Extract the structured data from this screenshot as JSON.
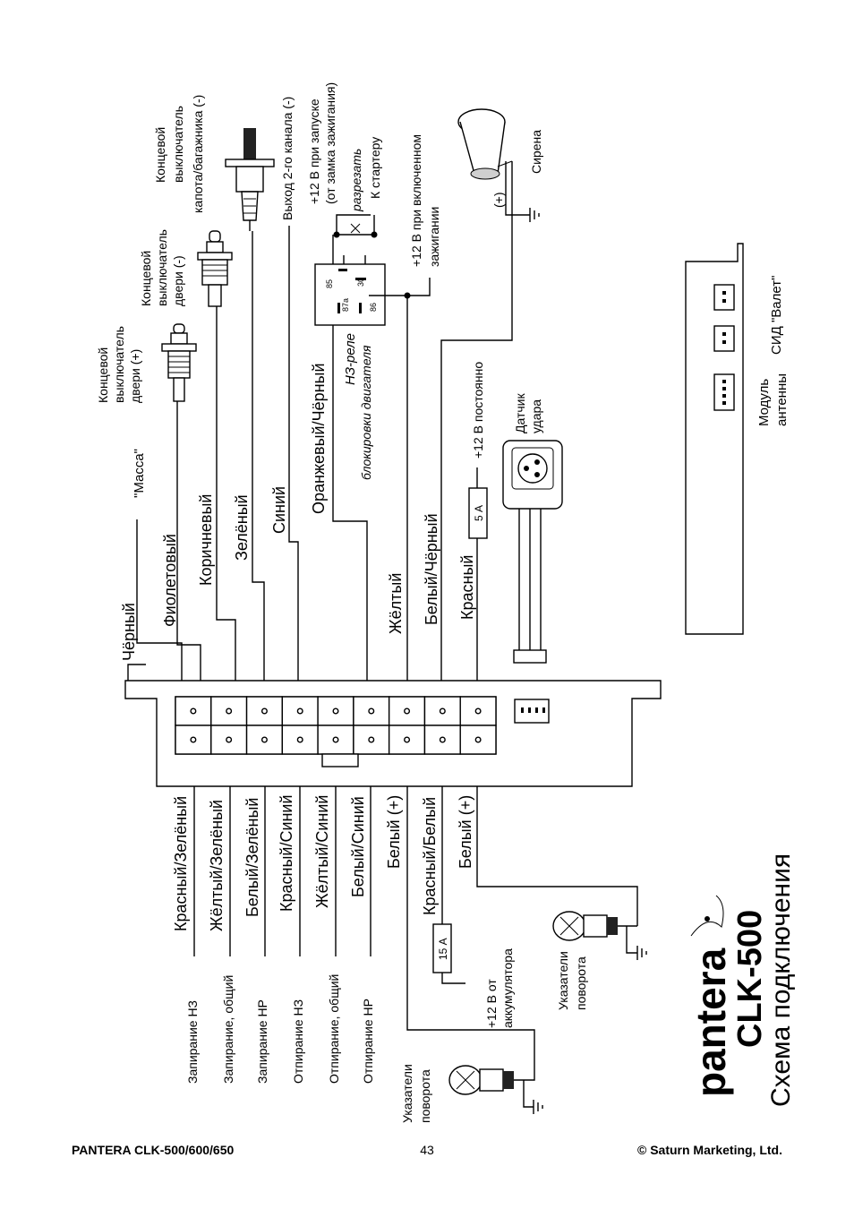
{
  "title": "Схема подключения",
  "logo": {
    "brand": "pantera",
    "model": "CLK-500"
  },
  "footer": {
    "left": "PANTERA CLK-500/600/650",
    "page": "43",
    "right": "© Saturn Marketing, Ltd."
  },
  "top_wires": [
    "Чёрный",
    "Фиолетовый",
    "Коричневый",
    "Зелёный",
    "Синий",
    "Оранжевый/Чёрный",
    "Жёлтый",
    "Белый/Чёрный",
    "Красный"
  ],
  "bottom_wires": [
    "Красный/Зелёный",
    "Жёлтый/Зелёный",
    "Белый/Зелёный",
    "Красный/Синий",
    "Жёлтый/Синий",
    "Белый/Синий",
    "Белый (+)",
    "Красный/Белый",
    "Белый (+)"
  ],
  "bottom_functions": [
    "Запирание НЗ",
    "Запирание, общий",
    "Запирание НР",
    "Отпирание НЗ",
    "Отпирание, общий",
    "Отпирание НР"
  ],
  "labels": {
    "mass": "\"Масса\"",
    "door_plus": [
      "Концевой",
      "выключатель",
      "двери (+)"
    ],
    "door_minus": [
      "Концевой",
      "выключатель",
      "двери (-)"
    ],
    "hood": [
      "Концевой",
      "выключатель",
      "капота/багажника (-)"
    ],
    "ch2": "Выход 2-го канала (-)",
    "start12": [
      "+12 В при запуске",
      "(от замка зажигания)"
    ],
    "cut": "разрезать",
    "starter": "К стартеру",
    "ign12": [
      "+12 В при включенном",
      "зажигании"
    ],
    "relay": [
      "НЗ-реле",
      "блокировки двигателя"
    ],
    "relay_pins": [
      "85",
      "30",
      "87a",
      "86"
    ],
    "const12": "+12 В постоянно",
    "fuse5": "5 А",
    "shock": [
      "Датчик",
      "удара"
    ],
    "siren": "Сирена",
    "siren_plus": "(+)",
    "antenna": [
      "Модуль",
      "антенны"
    ],
    "led": "СИД \"Валет\"",
    "fuse15": "15 А",
    "battery": [
      "+12 В от",
      "аккумулятора"
    ],
    "turn1": [
      "Указатели",
      "поворота"
    ],
    "turn2": [
      "Указатели",
      "поворота"
    ]
  }
}
